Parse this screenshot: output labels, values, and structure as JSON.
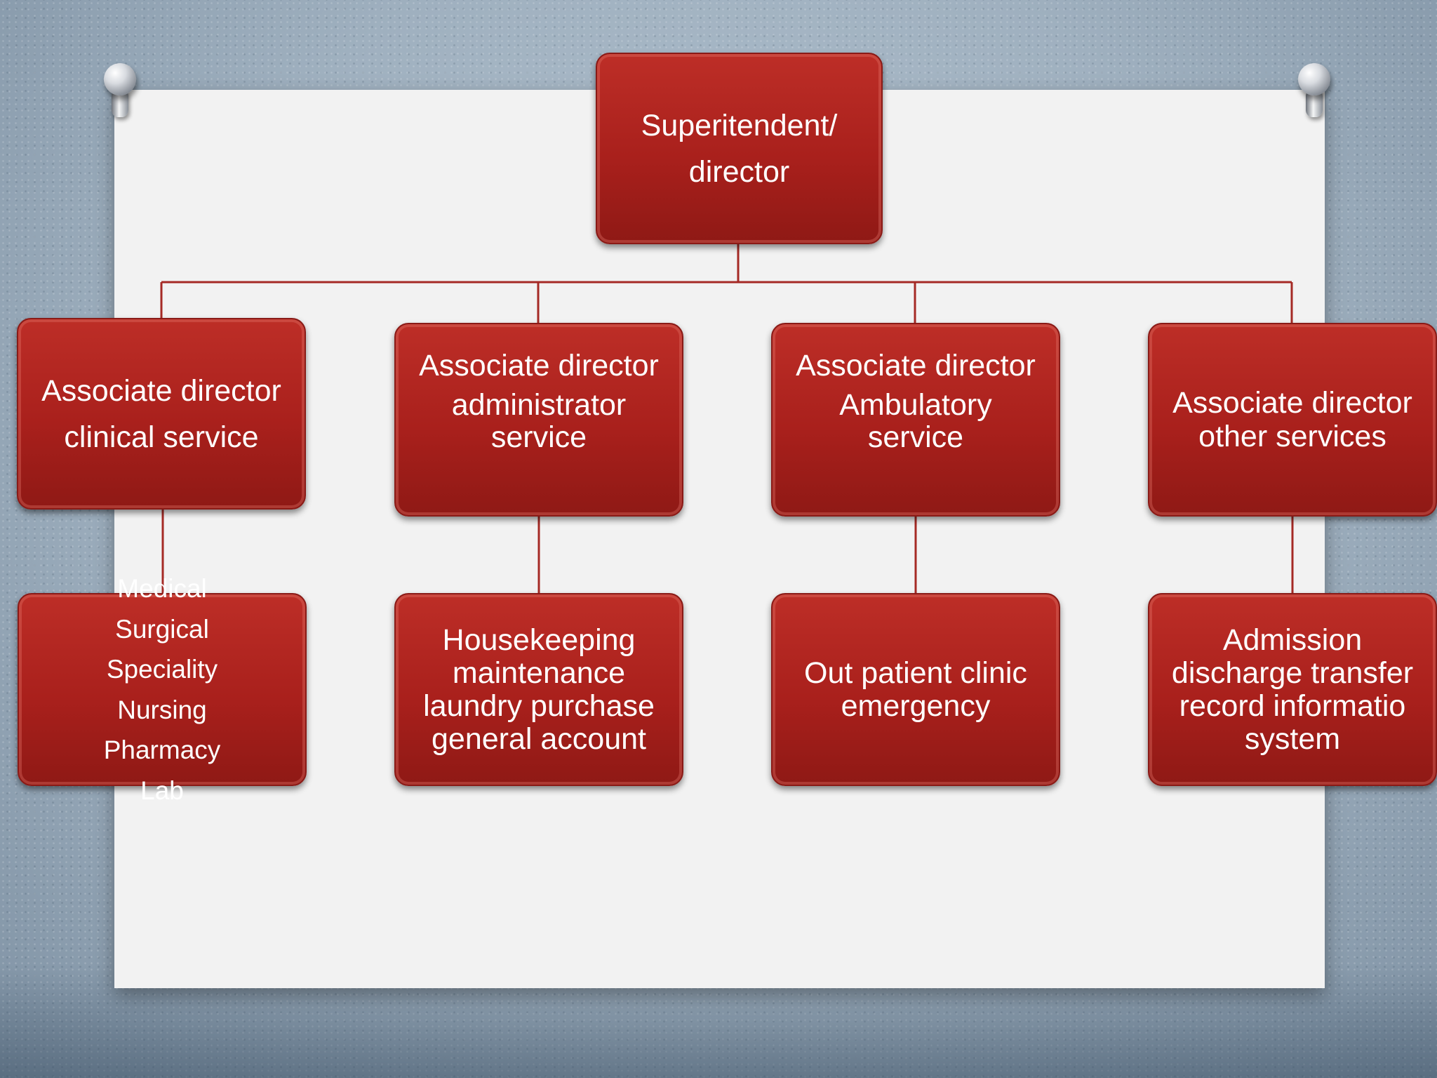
{
  "top": {
    "line1": "Superitendent/",
    "line2": "director"
  },
  "associates": [
    {
      "line1": "Associate director",
      "line2": "clinical service"
    },
    {
      "line1": "Associate director",
      "line2": "administrator",
      "line3": "service"
    },
    {
      "line1": "Associate director",
      "line2": "Ambulatory",
      "line3": "service"
    },
    {
      "line1": "Associate director",
      "line2": "other services"
    }
  ],
  "clinical_items": [
    "Medical",
    "Surgical",
    "Speciality",
    "Nursing",
    "Pharmacy",
    "Lab"
  ],
  "admin_items": [
    "Housekeeping",
    "maintenance",
    "laundry purchase",
    "general account"
  ],
  "ambulatory_items": [
    "Out patient clinic",
    "emergency"
  ],
  "other_items": [
    "Admission",
    "discharge transfer",
    "record informatio",
    "system"
  ],
  "colors": {
    "box_fill": "#a9201c",
    "connector": "#a52a25",
    "paper": "#f2f2f2"
  }
}
